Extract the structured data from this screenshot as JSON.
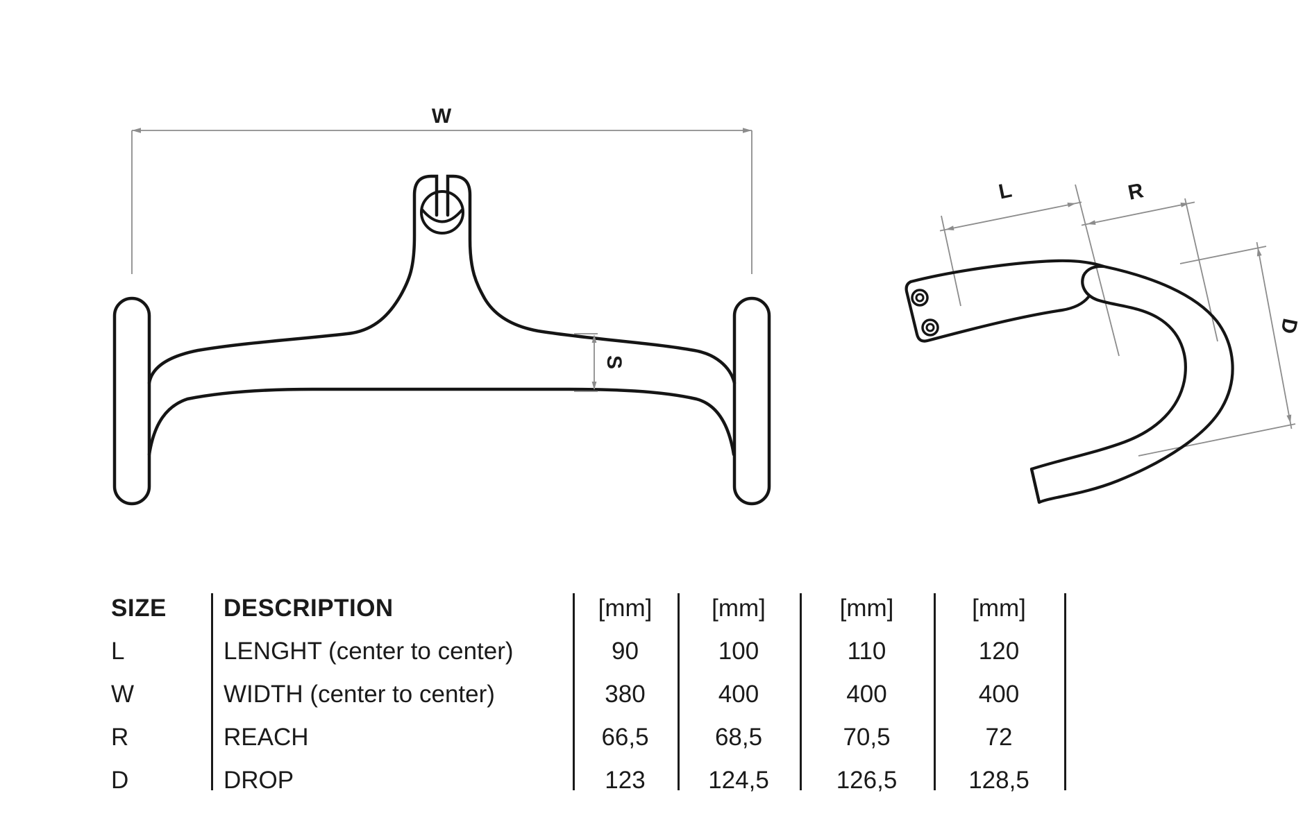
{
  "front_view": {
    "w_label": "W",
    "s_label": "S"
  },
  "side_view": {
    "l_label": "L",
    "r_label": "R",
    "d_label": "D"
  },
  "table": {
    "header": {
      "size": "SIZE",
      "description": "DESCRIPTION",
      "units": [
        "[mm]",
        "[mm]",
        "[mm]",
        "[mm]"
      ]
    },
    "rows": [
      {
        "size": "L",
        "description": "LENGHT (center to center)",
        "values": [
          "90",
          "100",
          "110",
          "120"
        ]
      },
      {
        "size": "W",
        "description": "WIDTH (center to center)",
        "values": [
          "380",
          "400",
          "400",
          "400"
        ]
      },
      {
        "size": "R",
        "description": "REACH",
        "values": [
          "66,5",
          "68,5",
          "70,5",
          "72"
        ]
      },
      {
        "size": "D",
        "description": "DROP",
        "values": [
          "123",
          "124,5",
          "126,5",
          "128,5"
        ]
      }
    ]
  },
  "colors": {
    "ink": "#1a1a1a",
    "dimension_gray": "#8c8c8c",
    "background": "#ffffff"
  }
}
